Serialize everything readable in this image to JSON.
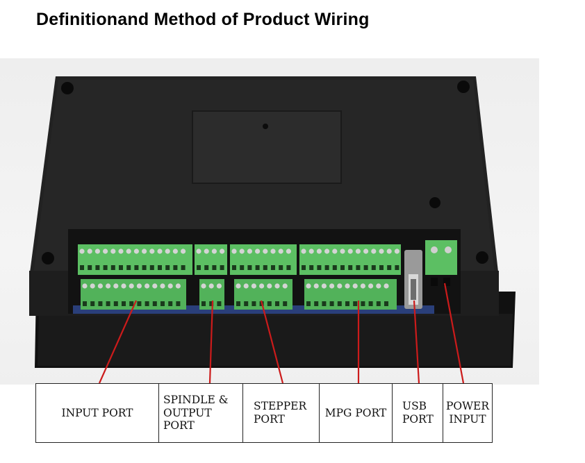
{
  "title": "Definitionand Method of Product Wiring",
  "ports": [
    {
      "label": "INPUT PORT"
    },
    {
      "label": "SPINDLE &\nOUTPUT PORT"
    },
    {
      "label": "STEPPER\nPORT"
    },
    {
      "label": "MPG PORT"
    },
    {
      "label": "USB\nPORT"
    },
    {
      "label": "POWER\nINPUT"
    }
  ],
  "colors": {
    "housing": "#1c1c1c",
    "terminal_green": "#5cbf63",
    "leader_line": "#cc1b1b"
  }
}
